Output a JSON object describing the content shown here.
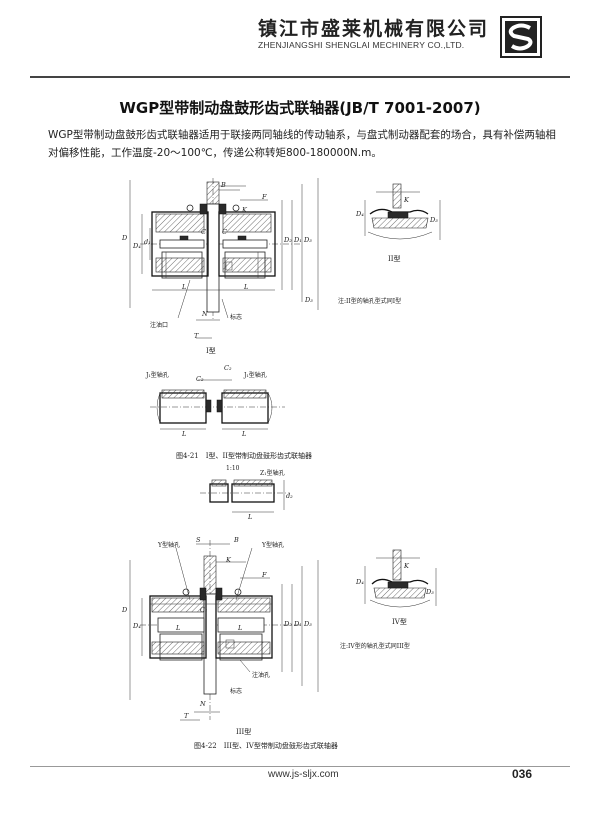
{
  "header": {
    "company_cn": "镇江市盛莱机械有限公司",
    "company_en": "ZHENJIANGSHI SHENGLAI MECHINERY CO.,LTD."
  },
  "title": "WGP型带制动盘鼓形齿式联轴器(JB/T 7001-2007)",
  "description": "WGP型带制动盘鼓形齿式联轴器适用于联接两同轴线的传动轴系，与盘式制动器配套的场合，具有补偿两轴相对偏移性能，工作温度-20～100℃，传递公称转矩800-180000N.m。",
  "fig1": {
    "type_caption": "I型",
    "inset_caption": "II型",
    "note": "注:II型的轴孔型式同I型",
    "label_oil": "注油口",
    "label_mark": "标志",
    "dims": {
      "B": "B",
      "F": "F",
      "K": "K",
      "C": "C",
      "D": "D",
      "D1": "D₁",
      "D2": "D₂",
      "D3": "D₃",
      "D4": "D₄",
      "d1": "d₁",
      "L": "L",
      "N": "N",
      "T": "T"
    }
  },
  "shaft_fig": {
    "left_label": "J₁型轴孔",
    "right_label": "J₁型轴孔",
    "c2": "C₂",
    "l": "L",
    "caption": "图4-21　I型、II型带制动盘鼓形齿式联轴器"
  },
  "z1_fig": {
    "taper": "1:10",
    "label": "Z₁型轴孔",
    "l": "L",
    "d2": "d₂"
  },
  "fig2": {
    "y_label_left": "Y型轴孔",
    "y_label_right": "Y型轴孔",
    "type_caption": "III型",
    "inset_caption": "IV型",
    "note": "注:IV型的轴孔型式同III型",
    "label_oil": "注油孔",
    "label_mark": "标志",
    "caption": "图4-22　III型、IV型带制动盘鼓形齿式联轴器",
    "dims": {
      "S": "S",
      "B": "B",
      "K": "K",
      "F": "F",
      "C1": "C₁",
      "D": "D",
      "D1": "D₁",
      "D2": "D₂",
      "D3": "D₃",
      "D4": "D₄",
      "L": "L",
      "N": "N",
      "T": "T"
    }
  },
  "footer": {
    "url": "www.js-sljx.com",
    "page": "036"
  }
}
